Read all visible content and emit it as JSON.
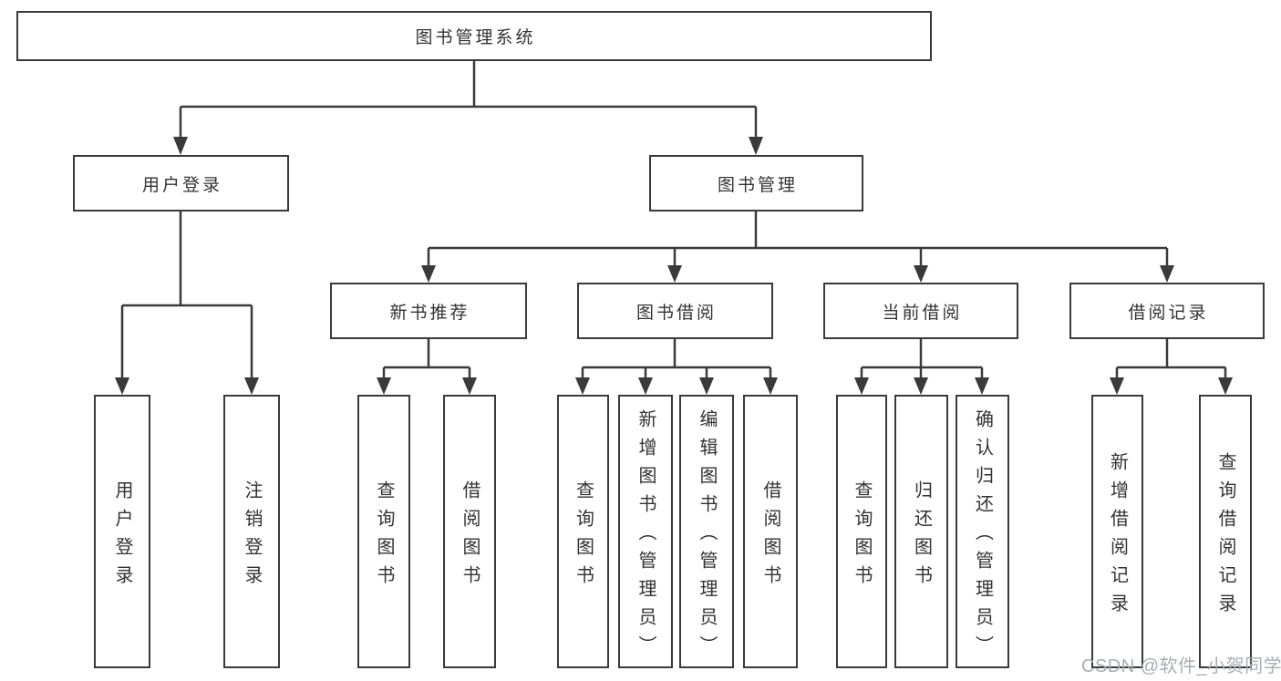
{
  "diagram": {
    "type": "hierarchy-tree",
    "watermark": "CSDN @软件_小贺同学",
    "colors": {
      "background": "#ffffff",
      "border": "#3a3a3a",
      "line": "#3a3a3a",
      "text": "#333333",
      "watermark": "#a9aeb4"
    },
    "tree": {
      "label": "图书管理系统",
      "children": [
        {
          "label": "用户登录",
          "children": [
            {
              "label": "用户登录"
            },
            {
              "label": "注销登录"
            }
          ]
        },
        {
          "label": "图书管理",
          "children": [
            {
              "label": "新书推荐",
              "children": [
                {
                  "label": "查询图书"
                },
                {
                  "label": "借阅图书"
                }
              ]
            },
            {
              "label": "图书借阅",
              "children": [
                {
                  "label": "查询图书"
                },
                {
                  "label": "新增图书（管理员）"
                },
                {
                  "label": "编辑图书（管理员）"
                },
                {
                  "label": "借阅图书"
                }
              ]
            },
            {
              "label": "当前借阅",
              "children": [
                {
                  "label": "查询图书"
                },
                {
                  "label": "归还图书"
                },
                {
                  "label": "确认归还（管理员）"
                }
              ]
            },
            {
              "label": "借阅记录",
              "children": [
                {
                  "label": "新增借阅记录"
                },
                {
                  "label": "查询借阅记录"
                }
              ]
            }
          ]
        }
      ]
    }
  }
}
